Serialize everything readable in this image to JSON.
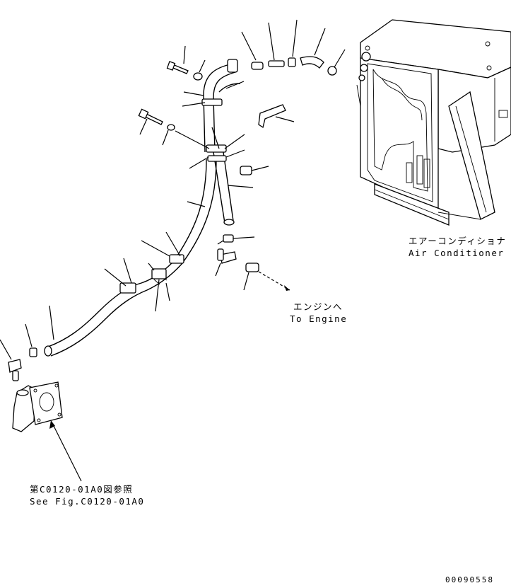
{
  "labels": {
    "aircon_jp": "エアーコンディショナ",
    "aircon_en": "Air Conditioner",
    "engine_jp": "エンジンへ",
    "engine_en": "To Engine",
    "ref_jp": "第C0120-01A0図参照",
    "ref_en": "See Fig.C0120-01A0",
    "drawing_code": "00090558"
  }
}
